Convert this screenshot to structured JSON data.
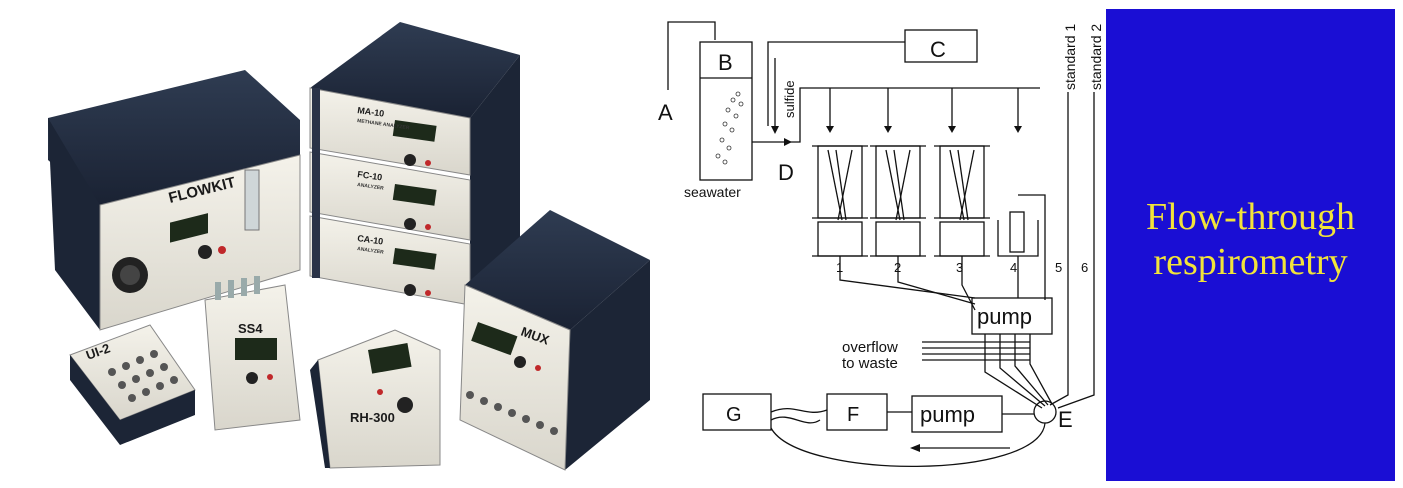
{
  "photo": {
    "alt": "Flow-through respirometry instruments",
    "units": {
      "flowkit": {
        "name": "FLOWKIT"
      },
      "ma10": {
        "name": "MA-10",
        "sub": "METHANE ANALYZER"
      },
      "fc10": {
        "name": "FC-10",
        "sub": "ANALYZER"
      },
      "ca10": {
        "name": "CA-10",
        "sub": "ANALYZER"
      },
      "ui2": {
        "name": "UI-2"
      },
      "ss4": {
        "name": "SS4"
      },
      "rh300": {
        "name": "RH-300"
      },
      "mux": {
        "name": "MUX"
      }
    }
  },
  "diagram": {
    "labels": {
      "a": "A",
      "b": "B",
      "c": "C",
      "d": "D",
      "e": "E",
      "f": "F",
      "g": "G",
      "seawater": "seawater",
      "sulfide": "sulfide",
      "standard1": "standard 1",
      "standard2": "standard 2",
      "overflow": "overflow",
      "to_waste": "to waste",
      "pump_top": "pump",
      "pump_bottom": "pump",
      "ch1": "1",
      "ch2": "2",
      "ch3": "3",
      "ch4": "4",
      "ch5": "5",
      "ch6": "6"
    }
  },
  "title_panel": {
    "text": "Flow-through\nrespirometry",
    "background": "#1a0ed4",
    "text_color": "#f2e43a"
  }
}
